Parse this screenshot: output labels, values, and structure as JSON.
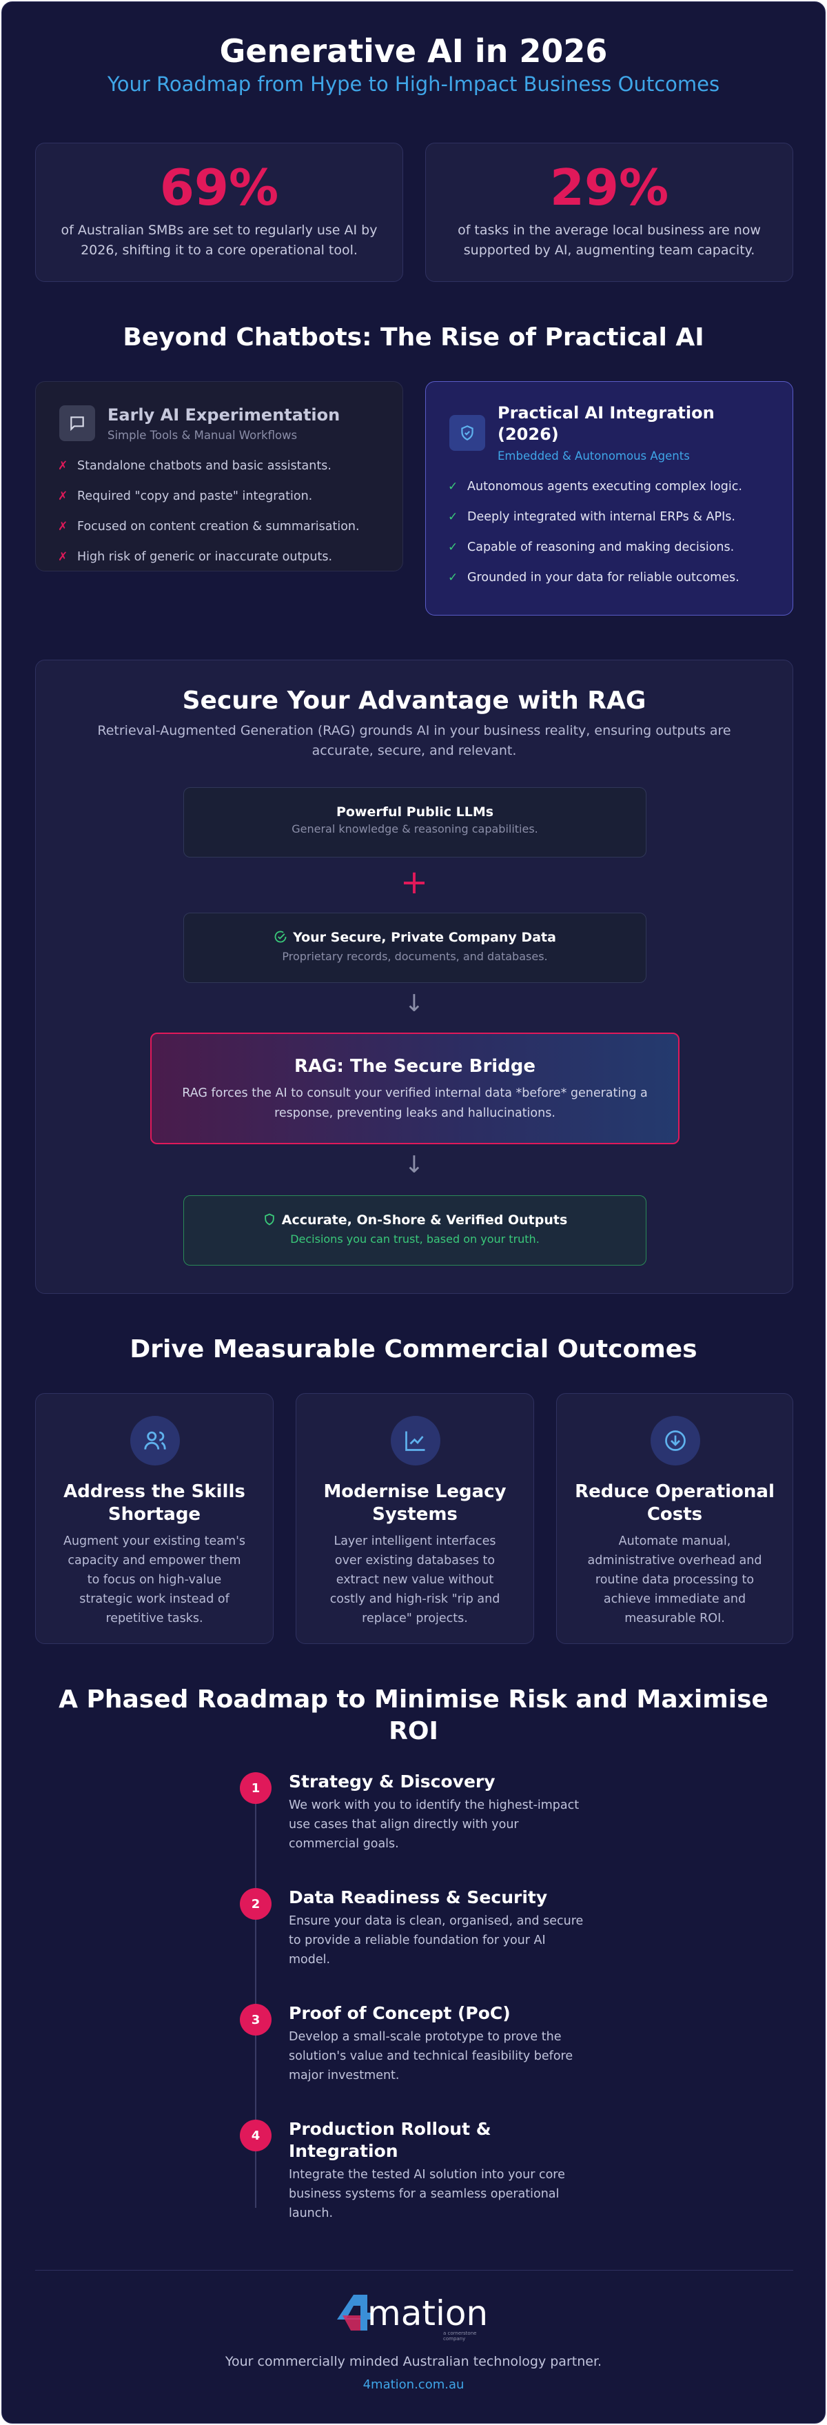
{
  "header": {
    "title": "Generative AI in 2026",
    "subtitle": "Your Roadmap from Hype to High-Impact Business Outcomes"
  },
  "stats": [
    {
      "value": "69%",
      "text": "of Australian SMBs are set to regularly use AI by 2026, shifting it to a core operational tool."
    },
    {
      "value": "29%",
      "text": "of tasks in the average local business are now supported by AI, augmenting team capacity."
    }
  ],
  "beyond": {
    "heading": "Beyond Chatbots: The Rise of Practical AI",
    "early": {
      "title": "Early AI Experimentation",
      "subtitle": "Simple Tools & Manual Workflows",
      "marker": "✗",
      "items": [
        "Standalone chatbots and basic assistants.",
        "Required \"copy and paste\" integration.",
        "Focused on content creation & summarisation.",
        "High risk of generic or inaccurate outputs."
      ]
    },
    "practical": {
      "title_line1": "Practical AI Integration",
      "title_line2": "(2026)",
      "subtitle": "Embedded & Autonomous Agents",
      "marker": "✓",
      "items": [
        "Autonomous agents executing complex logic.",
        "Deeply integrated with internal ERPs & APIs.",
        "Capable of reasoning and making decisions.",
        "Grounded in your data for reliable outcomes."
      ]
    }
  },
  "rag": {
    "heading": "Secure Your Advantage with RAG",
    "intro_line1": "Retrieval-Augmented Generation (RAG) grounds AI in your business reality, ensuring outputs are",
    "intro_line2": "accurate, secure, and relevant.",
    "llm": {
      "title": "Powerful Public LLMs",
      "text": "General knowledge & reasoning capabilities."
    },
    "plus": "+",
    "private": {
      "title": "Your Secure, Private Company Data",
      "text": "Proprietary records, documents, and databases."
    },
    "arrow": "↓",
    "bridge": {
      "title": "RAG: The Secure Bridge",
      "text_line1": "RAG forces the AI to consult your verified internal data *before* generating a",
      "text_line2": "response, preventing leaks and hallucinations."
    },
    "output": {
      "title": "Accurate, On-Shore & Verified Outputs",
      "text": "Decisions you can trust, based on your truth."
    }
  },
  "outcomes": {
    "heading": "Drive Measurable Commercial Outcomes",
    "cards": [
      {
        "icon": "users-icon",
        "title_lines": [
          "Address the Skills",
          "Shortage"
        ],
        "text_lines": [
          "Augment your existing team's",
          "capacity and empower them",
          "to focus on high-value",
          "strategic work instead of",
          "repetitive tasks."
        ]
      },
      {
        "icon": "chart-line-icon",
        "title_lines": [
          "Modernise Legacy",
          "Systems"
        ],
        "text_lines": [
          "Layer intelligent interfaces",
          "over existing databases to",
          "extract new value without",
          "costly and high-risk \"rip and",
          "replace\" projects."
        ]
      },
      {
        "icon": "download-circle-icon",
        "title_lines": [
          "Reduce Operational",
          "Costs"
        ],
        "text_lines": [
          "Automate manual,",
          "administrative overhead and",
          "routine data processing to",
          "achieve immediate and",
          "measurable ROI."
        ]
      }
    ]
  },
  "roadmap": {
    "heading_line1": "A Phased Roadmap to Minimise Risk and Maximise",
    "heading_line2": "ROI",
    "steps": [
      {
        "num": "1",
        "title_lines": [
          "Strategy & Discovery"
        ],
        "text_lines": [
          "We work with you to identify the highest-impact",
          "use cases that align directly with your",
          "commercial goals."
        ]
      },
      {
        "num": "2",
        "title_lines": [
          "Data Readiness & Security"
        ],
        "text_lines": [
          "Ensure your data is clean, organised, and secure",
          "to provide a reliable foundation for your AI",
          "model."
        ]
      },
      {
        "num": "3",
        "title_lines": [
          "Proof of Concept (PoC)"
        ],
        "text_lines": [
          "Develop a small-scale prototype to prove the",
          "solution's value and technical feasibility before",
          "major investment."
        ]
      },
      {
        "num": "4",
        "title_lines": [
          "Production Rollout &",
          "Integration"
        ],
        "text_lines": [
          "Integrate the tested AI solution into your core",
          "business systems for a seamless operational",
          "launch."
        ]
      }
    ]
  },
  "footer": {
    "logo_text": "mation",
    "logo_tagline": "a cornerstone company",
    "tagline": "Your commercially minded Australian technology partner.",
    "website": "4mation.com.au"
  },
  "colors": {
    "accent": "#e0195a",
    "blue": "#3fa6e8",
    "background": "#15163a",
    "green": "#3ac97a"
  }
}
